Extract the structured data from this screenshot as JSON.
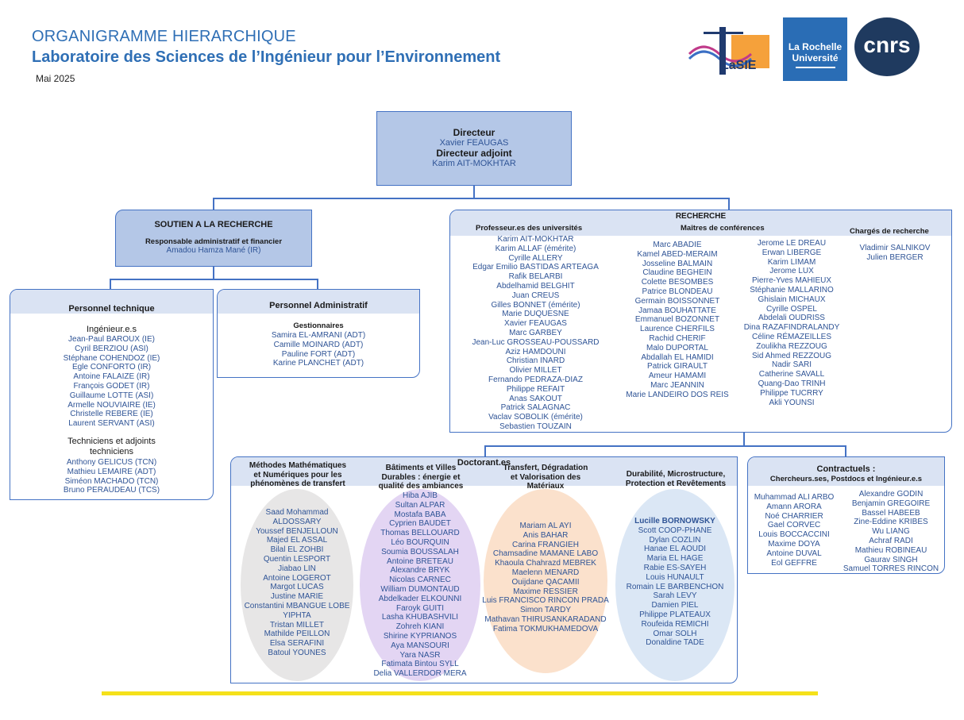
{
  "header": {
    "title": "ORGANIGRAMME HIERARCHIQUE",
    "subtitle": "Laboratoire des Sciences de l’Ingénieur pour l’Environnement",
    "date": "Mai 2025"
  },
  "logos": {
    "lasie": "LaSIE",
    "lr_line1": "La Rochelle",
    "lr_line2": "Université",
    "cnrs": "cnrs"
  },
  "direction": {
    "director_label": "Directeur",
    "director_name": "Xavier FEAUGAS",
    "deputy_label": "Directeur adjoint",
    "deputy_name": "Karim AIT-MOKHTAR"
  },
  "support": {
    "title": "SOUTIEN A LA RECHERCHE",
    "role": "Responsable administratif et financier",
    "name": "Amadou Hamza Mané (IR)"
  },
  "technical": {
    "title": "Personnel technique",
    "engineers_label": "Ingénieur.e.s",
    "engineers": [
      "Jean-Paul BAROUX (IE)",
      "Cyril BERZIOU (ASI)",
      "Stéphane COHENDOZ (IE)",
      "Egle CONFORTO (IR)",
      "Antoine FALAIZE (IR)",
      "François GODET (IR)",
      "Guillaume LOTTE (ASI)",
      "Armelle NOUVIAIRE (IE)",
      "Christelle REBERE (IE)",
      "Laurent SERVANT (ASI)"
    ],
    "techs_label_1": "Techniciens et adjoints",
    "techs_label_2": "techniciens",
    "techs": [
      "Anthony GELICUS (TCN)",
      "Mathieu LEMAIRE (ADT)",
      "Siméon MACHADO (TCN)",
      "Bruno PERAUDEAU (TCS)"
    ]
  },
  "admin": {
    "title": "Personnel Administratif",
    "subtitle": "Gestionnaires",
    "people": [
      "Samira EL-AMRANI (ADT)",
      "Camille MOINARD (ADT)",
      "Pauline FORT (ADT)",
      "Karine PLANCHET (ADT)"
    ]
  },
  "research": {
    "title": "RECHERCHE",
    "professors_label": "Professeur.es des universités",
    "professors": [
      "Karim AIT-MOKHTAR",
      "Karim ALLAF (émérite)",
      "Cyrille ALLERY",
      "Edgar Emilio BASTIDAS ARTEAGA",
      "Rafik BELARBI",
      "Abdelhamid BELGHIT",
      "Juan CREUS",
      "Gilles BONNET (émérite)",
      "Marie DUQUESNE",
      "Xavier FEAUGAS",
      "Marc GARBEY",
      "Jean-Luc GROSSEAU-POUSSARD",
      "Aziz HAMDOUNI",
      "Christian INARD",
      "Olivier MILLET",
      "Fernando PEDRAZA-DIAZ",
      "Philippe REFAIT",
      "Anas SAKOUT",
      "Patrick SALAGNAC",
      "Vaclav SOBOLIK (émérite)",
      "Sebastien TOUZAIN"
    ],
    "mcf_label": "Maîtres de conférences",
    "mcf_col1": [
      "Marc ABADIE",
      "Kamel ABED-MERAIM",
      "Josseline BALMAIN",
      "Claudine BEGHEIN",
      "Colette BESOMBES",
      "Patrice BLONDEAU",
      "Germain BOISSONNET",
      "Jamaa BOUHATTATE",
      "Emmanuel BOZONNET",
      "Laurence CHERFILS",
      "Rachid CHERIF",
      "Malo DUPORTAL",
      "Abdallah EL HAMIDI",
      "Patrick GIRAULT",
      "Ameur HAMAMI",
      "Marc JEANNIN",
      "Marie LANDEIRO DOS REIS"
    ],
    "mcf_col2": [
      "Jerome LE DREAU",
      "Erwan LIBERGE",
      "Karim LIMAM",
      "Jerome LUX",
      "Pierre-Yves MAHIEUX",
      "Stéphanie MALLARINO",
      "Ghislain MICHAUX",
      "Cyrille OSPEL",
      "Abdelali OUDRISS",
      "Dina RAZAFINDRALANDY",
      "Céline RÉMAZEILLES",
      "Zoulikha REZZOUG",
      "Sid Ahmed REZZOUG",
      "Nadir SARI",
      "Catherine SAVALL",
      "Quang-Dao TRINH",
      "Philippe TUCRRY",
      "Akli YOUNSI"
    ],
    "cr_label": "Chargés de recherche",
    "cr": [
      "Vladimir  SALNIKOV",
      "Julien BERGER"
    ]
  },
  "doctorants": {
    "title": "Doctorant.es",
    "groups": [
      {
        "label_lines": [
          "Méthodes Mathématiques",
          "et Numériques pour les",
          "phénomènes de transfert"
        ],
        "names": [
          "Saad Mohammad",
          "ALDOSSARY",
          "Youssef BENJELLOUN",
          "Majed EL ASSAL",
          "Bilal EL ZOHBI",
          "Quentin LESPORT",
          "Jiabao LIN",
          "Antoine LOGEROT",
          "Margot LUCAS",
          "Justine MARIE",
          "Constantini MBANGUE LOBE",
          "YIPHTA",
          "Tristan MILLET",
          "Mathilde PEILLON",
          "Elsa SERAFINI",
          "Batoul YOUNES"
        ]
      },
      {
        "label_lines": [
          "Bâtiments et Villes",
          "Durables : énergie et",
          "qualité des ambiances"
        ],
        "names": [
          "Hiba AJIB",
          "Sultan ALPAR",
          "Mostafa BABA",
          "Cyprien BAUDET",
          "Thomas BELLOUARD",
          "Léo BOURQUIN",
          "Soumia BOUSSALAH",
          "Antoine BRETEAU",
          "Alexandre BRYK",
          "Nicolas CARNEC",
          "William DUMONTAUD",
          "Abdelkader ELKOUNNI",
          "Faroyk GUITI",
          "Lasha KHUBASHVILI",
          "Zohreh KIANI",
          "Shirine KYPRIANOS",
          "Aya MANSOURI",
          "Yara NASR",
          "Fatimata Bintou SYLL",
          "Delia VALLERDOR MERA"
        ]
      },
      {
        "label_lines": [
          "Transfert, Dégradation",
          "et Valorisation des",
          "Matériaux"
        ],
        "names": [
          "Mariam AL AYI",
          "Anis BAHAR",
          "Carina FRANGIEH",
          "Chamsadine MAMANE LABO",
          "Khaoula Chahrazd MEBREK",
          "Maelenn MENARD",
          "Ouijdane QACAMII",
          "Maxime RESSIER",
          "Luis FRANCISCO RINCON PRADA",
          "Simon TARDY",
          "Mathavan THIRUSANKARADAND",
          "Fatima TOKMUKHAMEDOVA"
        ]
      },
      {
        "label_lines": [
          "Durabilité, Microstructure,",
          "Protection et Revêtements"
        ],
        "names": [
          "Lucille BORNOWSKY",
          "Scott COOP-PHANE",
          "Dylan COZLIN",
          "Hanae EL AOUDI",
          "Maria EL HAGE",
          "Rabie ES-SAYEH",
          "Louis HUNAULT",
          "Romain LE BARBENCHON",
          "Sarah LEVY",
          "Damien PIEL",
          "Philippe PLATEAUX",
          "Roufeida REMICHI",
          "Omar SOLH",
          "Donaldine TADE"
        ]
      }
    ]
  },
  "contractuels": {
    "title": "Contractuels :",
    "subtitle": "Chercheurs.ses, Postdocs et Ingénieur.e.s",
    "col1": [
      "Muhammad ALI ARBO",
      "Amann ARORA",
      "Noé CHARRIER",
      "Gael CORVEC",
      "Louis BOCCACCINI",
      "Maxime DOYA",
      "Antoine DUVAL",
      "Eol GEFFRE"
    ],
    "col2": [
      "Alexandre GODIN",
      "Benjamin GREGOIRE",
      "Bassel HABEEB",
      "Zine-Eddine KRIBES",
      "Wu LIANG",
      "Achraf RADI",
      "Mathieu ROBINEAU",
      "Gaurav SINGH",
      "Samuel TORRES RINCON"
    ]
  },
  "colors": {
    "accent": "#2f6fb5",
    "box_fill": "#b4c7e7",
    "header_fill": "#dae3f3",
    "ellipse_grey": "#e7e6e6",
    "ellipse_purple": "#e3d5f3",
    "ellipse_peach": "#fbe1cc",
    "ellipse_blue": "#dbe7f5",
    "footer_bar": "#f5e11a"
  }
}
